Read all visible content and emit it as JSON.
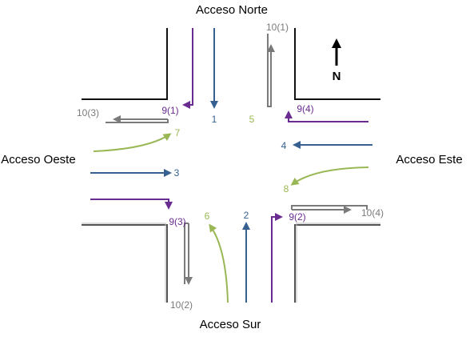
{
  "colors": {
    "through": "#35608f",
    "left": "#6a2c91",
    "uturn": "#7a7a7a",
    "right": "#9ab755",
    "curb": "#111111",
    "curb_shadow": "#9a9a9a"
  },
  "approaches": {
    "north": "Acceso Norte",
    "south": "Acceso Sur",
    "west": "Acceso Oeste",
    "east": "Acceso Este"
  },
  "north_arrow": {
    "label": "N",
    "icon": "north-arrow-icon"
  },
  "movements": {
    "m1": "1",
    "m2": "2",
    "m3": "3",
    "m4": "4",
    "m5": "5",
    "m6": "6",
    "m7": "7",
    "m8": "8",
    "m9_1": "9(1)",
    "m9_2": "9(2)",
    "m9_3": "9(3)",
    "m9_4": "9(4)",
    "m10_1": "10(1)",
    "m10_2": "10(2)",
    "m10_3": "10(3)",
    "m10_4": "10(4)"
  }
}
